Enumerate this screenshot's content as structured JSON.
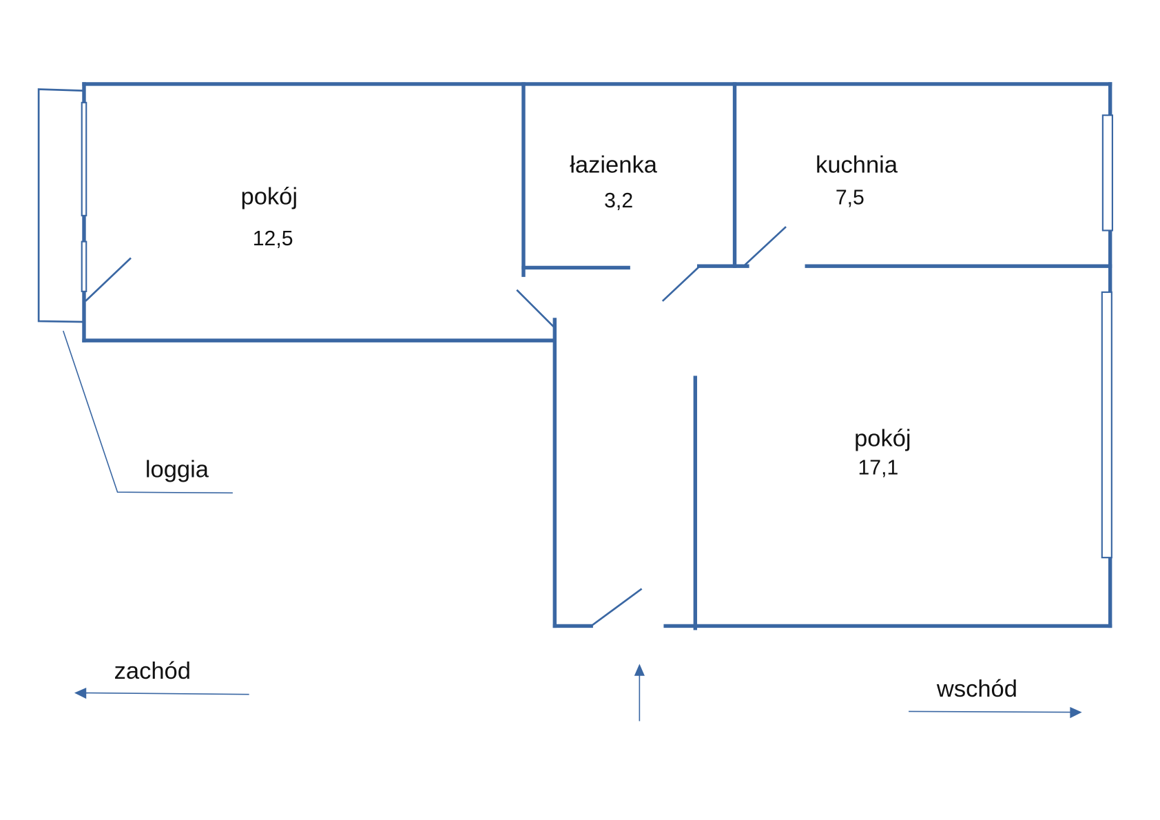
{
  "colors": {
    "wall": "#3a67a3",
    "text": "#111111",
    "background": "#ffffff"
  },
  "rooms": [
    {
      "name": "pokój",
      "area": "12,5"
    },
    {
      "name": "łazienka",
      "area": "3,2"
    },
    {
      "name": "kuchnia",
      "area": "7,5"
    },
    {
      "name": "pokój",
      "area": "17,1"
    }
  ],
  "labels": {
    "loggia": "loggia",
    "west": "zachód",
    "east": "wschód"
  }
}
